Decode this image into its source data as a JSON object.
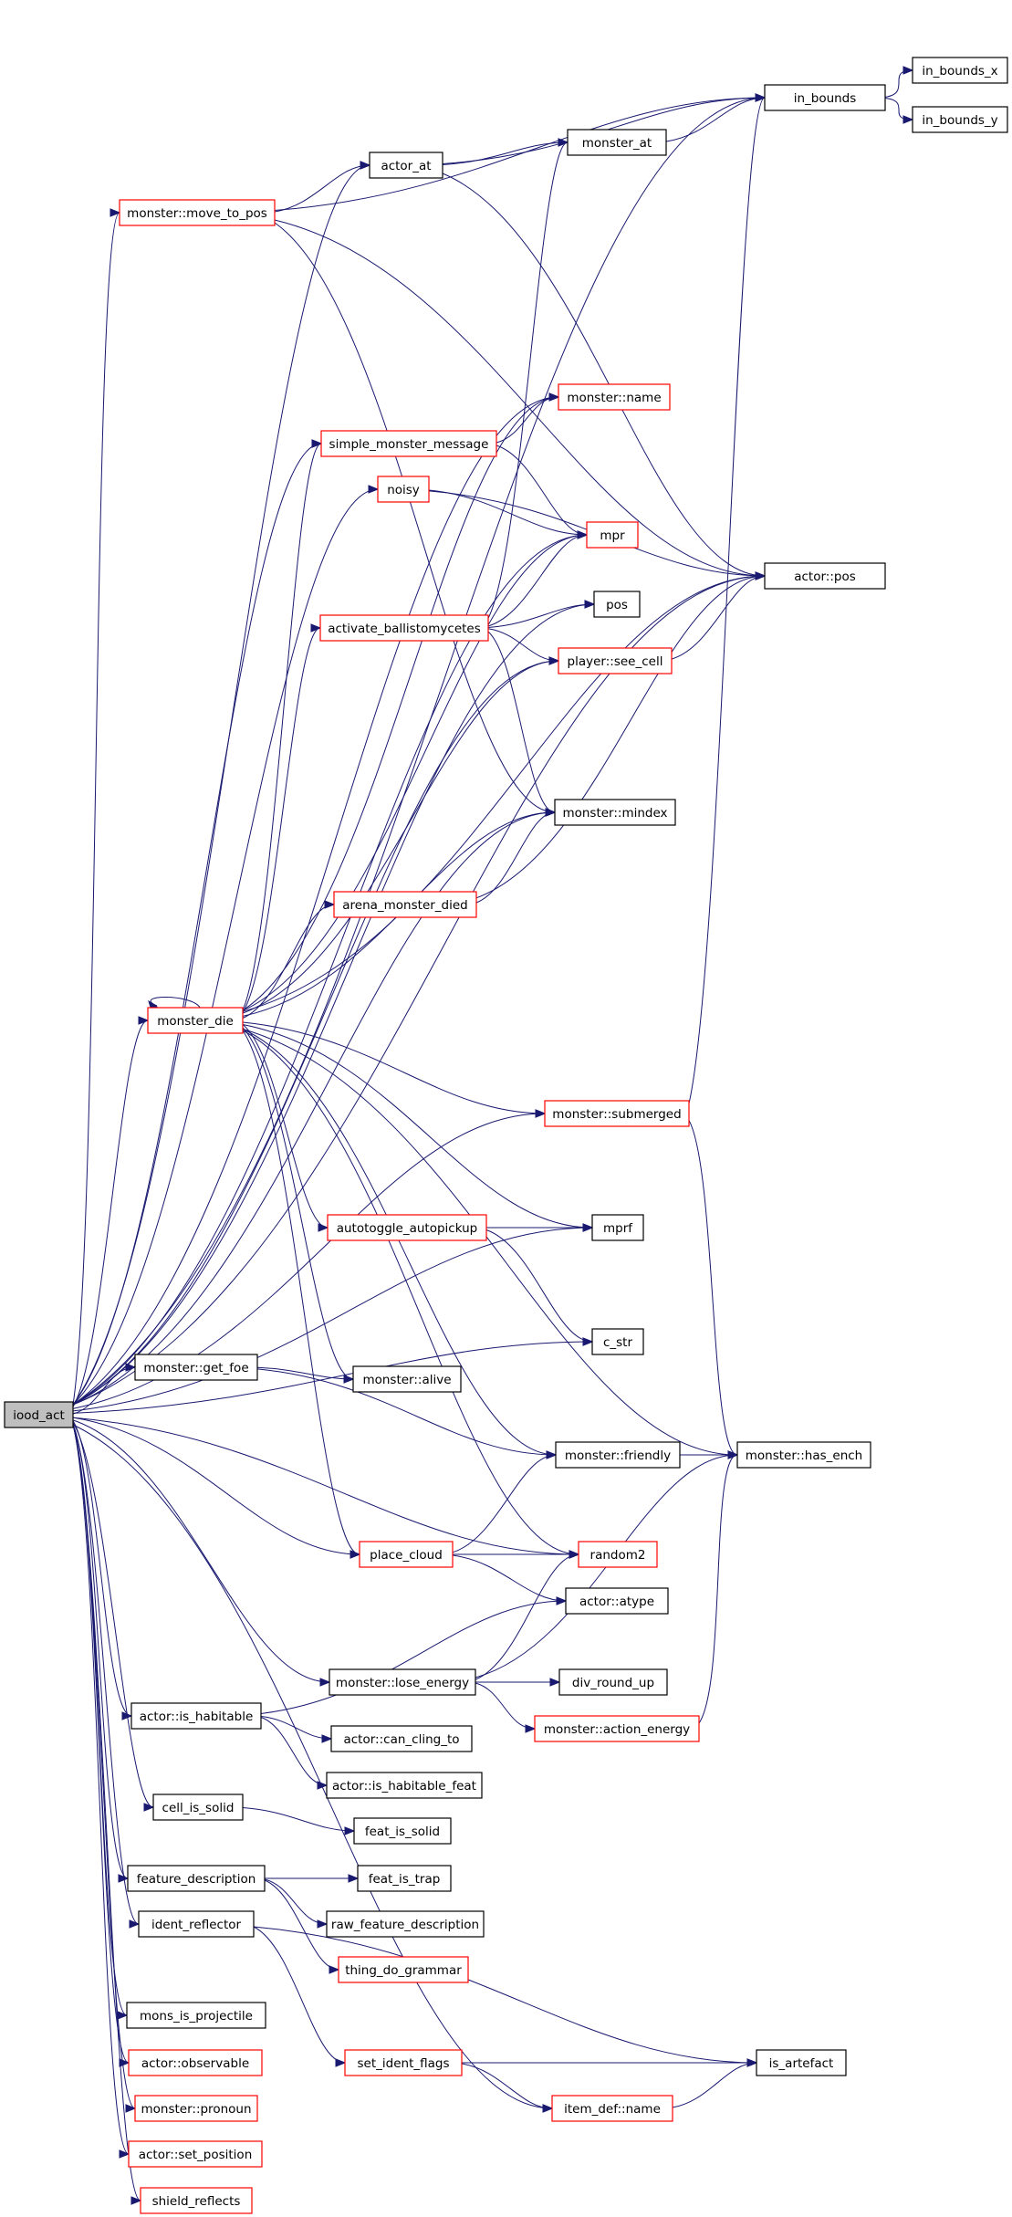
{
  "graph": {
    "nodes": [
      {
        "id": "iood_act",
        "label": "iood_act",
        "style": "root"
      },
      {
        "id": "in_bounds",
        "label": "in_bounds",
        "style": "plain"
      },
      {
        "id": "in_bounds_x",
        "label": "in_bounds_x",
        "style": "plain"
      },
      {
        "id": "in_bounds_y",
        "label": "in_bounds_y",
        "style": "plain"
      },
      {
        "id": "monster_at",
        "label": "monster_at",
        "style": "plain"
      },
      {
        "id": "actor_at",
        "label": "actor_at",
        "style": "plain"
      },
      {
        "id": "move_to_pos",
        "label": "monster::move_to_pos",
        "style": "red"
      },
      {
        "id": "monster_name",
        "label": "monster::name",
        "style": "red"
      },
      {
        "id": "simple_monster_message",
        "label": "simple_monster_message",
        "style": "red"
      },
      {
        "id": "noisy",
        "label": "noisy",
        "style": "red"
      },
      {
        "id": "mpr",
        "label": "mpr",
        "style": "red"
      },
      {
        "id": "actor_pos",
        "label": "actor::pos",
        "style": "plain"
      },
      {
        "id": "pos",
        "label": "pos",
        "style": "plain"
      },
      {
        "id": "activate_ballistomycetes",
        "label": "activate_ballistomycetes",
        "style": "red"
      },
      {
        "id": "see_cell",
        "label": "player::see_cell",
        "style": "red"
      },
      {
        "id": "mindex",
        "label": "monster::mindex",
        "style": "plain"
      },
      {
        "id": "arena_monster_died",
        "label": "arena_monster_died",
        "style": "red"
      },
      {
        "id": "monster_die",
        "label": "monster_die",
        "style": "red"
      },
      {
        "id": "submerged",
        "label": "monster::submerged",
        "style": "red"
      },
      {
        "id": "autotoggle_autopickup",
        "label": "autotoggle_autopickup",
        "style": "red"
      },
      {
        "id": "mprf",
        "label": "mprf",
        "style": "plain"
      },
      {
        "id": "c_str",
        "label": "c_str",
        "style": "plain"
      },
      {
        "id": "get_foe",
        "label": "monster::get_foe",
        "style": "plain"
      },
      {
        "id": "alive",
        "label": "monster::alive",
        "style": "plain"
      },
      {
        "id": "friendly",
        "label": "monster::friendly",
        "style": "plain"
      },
      {
        "id": "has_ench",
        "label": "monster::has_ench",
        "style": "plain"
      },
      {
        "id": "place_cloud",
        "label": "place_cloud",
        "style": "red"
      },
      {
        "id": "random2",
        "label": "random2",
        "style": "red"
      },
      {
        "id": "atype",
        "label": "actor::atype",
        "style": "plain"
      },
      {
        "id": "lose_energy",
        "label": "monster::lose_energy",
        "style": "plain"
      },
      {
        "id": "div_round_up",
        "label": "div_round_up",
        "style": "plain"
      },
      {
        "id": "action_energy",
        "label": "monster::action_energy",
        "style": "red"
      },
      {
        "id": "is_habitable",
        "label": "actor::is_habitable",
        "style": "plain"
      },
      {
        "id": "can_cling_to",
        "label": "actor::can_cling_to",
        "style": "plain"
      },
      {
        "id": "is_habitable_feat",
        "label": "actor::is_habitable_feat",
        "style": "plain"
      },
      {
        "id": "cell_is_solid",
        "label": "cell_is_solid",
        "style": "plain"
      },
      {
        "id": "feat_is_solid",
        "label": "feat_is_solid",
        "style": "plain"
      },
      {
        "id": "feature_description",
        "label": "feature_description",
        "style": "plain"
      },
      {
        "id": "feat_is_trap",
        "label": "feat_is_trap",
        "style": "plain"
      },
      {
        "id": "raw_feature_description",
        "label": "raw_feature_description",
        "style": "plain"
      },
      {
        "id": "thing_do_grammar",
        "label": "thing_do_grammar",
        "style": "red"
      },
      {
        "id": "ident_reflector",
        "label": "ident_reflector",
        "style": "plain"
      },
      {
        "id": "set_ident_flags",
        "label": "set_ident_flags",
        "style": "red"
      },
      {
        "id": "is_artefact",
        "label": "is_artefact",
        "style": "plain"
      },
      {
        "id": "item_def_name",
        "label": "item_def::name",
        "style": "red"
      },
      {
        "id": "mons_is_projectile",
        "label": "mons_is_projectile",
        "style": "plain"
      },
      {
        "id": "observable",
        "label": "actor::observable",
        "style": "red"
      },
      {
        "id": "pronoun",
        "label": "monster::pronoun",
        "style": "red"
      },
      {
        "id": "set_position",
        "label": "actor::set_position",
        "style": "red"
      },
      {
        "id": "shield_reflects",
        "label": "shield_reflects",
        "style": "red"
      }
    ],
    "edges": [
      [
        "iood_act",
        "in_bounds"
      ],
      [
        "iood_act",
        "actor_at"
      ],
      [
        "iood_act",
        "move_to_pos"
      ],
      [
        "iood_act",
        "monster_name"
      ],
      [
        "iood_act",
        "simple_monster_message"
      ],
      [
        "iood_act",
        "noisy"
      ],
      [
        "iood_act",
        "mpr"
      ],
      [
        "iood_act",
        "actor_pos"
      ],
      [
        "iood_act",
        "pos"
      ],
      [
        "iood_act",
        "see_cell"
      ],
      [
        "iood_act",
        "mindex"
      ],
      [
        "iood_act",
        "monster_die"
      ],
      [
        "iood_act",
        "submerged"
      ],
      [
        "iood_act",
        "mprf"
      ],
      [
        "iood_act",
        "c_str"
      ],
      [
        "iood_act",
        "get_foe"
      ],
      [
        "iood_act",
        "place_cloud"
      ],
      [
        "iood_act",
        "random2"
      ],
      [
        "iood_act",
        "lose_energy"
      ],
      [
        "iood_act",
        "is_habitable"
      ],
      [
        "iood_act",
        "cell_is_solid"
      ],
      [
        "iood_act",
        "feature_description"
      ],
      [
        "iood_act",
        "ident_reflector"
      ],
      [
        "iood_act",
        "item_def_name"
      ],
      [
        "iood_act",
        "mons_is_projectile"
      ],
      [
        "iood_act",
        "observable"
      ],
      [
        "iood_act",
        "pronoun"
      ],
      [
        "iood_act",
        "set_position"
      ],
      [
        "iood_act",
        "shield_reflects"
      ],
      [
        "in_bounds",
        "in_bounds_x"
      ],
      [
        "in_bounds",
        "in_bounds_y"
      ],
      [
        "monster_at",
        "in_bounds"
      ],
      [
        "actor_at",
        "monster_at"
      ],
      [
        "actor_at",
        "in_bounds"
      ],
      [
        "actor_at",
        "actor_pos"
      ],
      [
        "move_to_pos",
        "actor_at"
      ],
      [
        "move_to_pos",
        "in_bounds"
      ],
      [
        "move_to_pos",
        "actor_pos"
      ],
      [
        "move_to_pos",
        "mindex"
      ],
      [
        "simple_monster_message",
        "monster_name"
      ],
      [
        "simple_monster_message",
        "mpr"
      ],
      [
        "noisy",
        "mpr"
      ],
      [
        "noisy",
        "actor_pos"
      ],
      [
        "activate_ballistomycetes",
        "monster_at"
      ],
      [
        "activate_ballistomycetes",
        "mpr"
      ],
      [
        "activate_ballistomycetes",
        "pos"
      ],
      [
        "activate_ballistomycetes",
        "see_cell"
      ],
      [
        "activate_ballistomycetes",
        "mindex"
      ],
      [
        "see_cell",
        "actor_pos"
      ],
      [
        "arena_monster_died",
        "mindex"
      ],
      [
        "arena_monster_died",
        "actor_pos"
      ],
      [
        "monster_die",
        "monster_die"
      ],
      [
        "monster_die",
        "monster_name"
      ],
      [
        "monster_die",
        "simple_monster_message"
      ],
      [
        "monster_die",
        "mpr"
      ],
      [
        "monster_die",
        "activate_ballistomycetes"
      ],
      [
        "monster_die",
        "see_cell"
      ],
      [
        "monster_die",
        "mindex"
      ],
      [
        "monster_die",
        "arena_monster_died"
      ],
      [
        "monster_die",
        "actor_pos"
      ],
      [
        "monster_die",
        "submerged"
      ],
      [
        "monster_die",
        "mprf"
      ],
      [
        "monster_die",
        "autotoggle_autopickup"
      ],
      [
        "monster_die",
        "alive"
      ],
      [
        "monster_die",
        "friendly"
      ],
      [
        "monster_die",
        "place_cloud"
      ],
      [
        "monster_die",
        "random2"
      ],
      [
        "monster_die",
        "has_ench"
      ],
      [
        "submerged",
        "in_bounds"
      ],
      [
        "submerged",
        "has_ench"
      ],
      [
        "autotoggle_autopickup",
        "mprf"
      ],
      [
        "autotoggle_autopickup",
        "c_str"
      ],
      [
        "get_foe",
        "alive"
      ],
      [
        "get_foe",
        "friendly"
      ],
      [
        "friendly",
        "has_ench"
      ],
      [
        "place_cloud",
        "friendly"
      ],
      [
        "place_cloud",
        "random2"
      ],
      [
        "place_cloud",
        "atype"
      ],
      [
        "lose_energy",
        "random2"
      ],
      [
        "lose_energy",
        "div_round_up"
      ],
      [
        "lose_energy",
        "action_energy"
      ],
      [
        "lose_energy",
        "has_ench"
      ],
      [
        "action_energy",
        "has_ench"
      ],
      [
        "is_habitable",
        "atype"
      ],
      [
        "is_habitable",
        "can_cling_to"
      ],
      [
        "is_habitable",
        "is_habitable_feat"
      ],
      [
        "cell_is_solid",
        "feat_is_solid"
      ],
      [
        "feature_description",
        "feat_is_trap"
      ],
      [
        "feature_description",
        "raw_feature_description"
      ],
      [
        "feature_description",
        "thing_do_grammar"
      ],
      [
        "ident_reflector",
        "set_ident_flags"
      ],
      [
        "ident_reflector",
        "is_artefact"
      ],
      [
        "set_ident_flags",
        "is_artefact"
      ],
      [
        "set_ident_flags",
        "item_def_name"
      ],
      [
        "item_def_name",
        "is_artefact"
      ]
    ]
  },
  "colors": {
    "edge": "#191970",
    "red_border": "#ff0000",
    "plain_border": "#000000",
    "root_fill": "#bfbfbf"
  }
}
